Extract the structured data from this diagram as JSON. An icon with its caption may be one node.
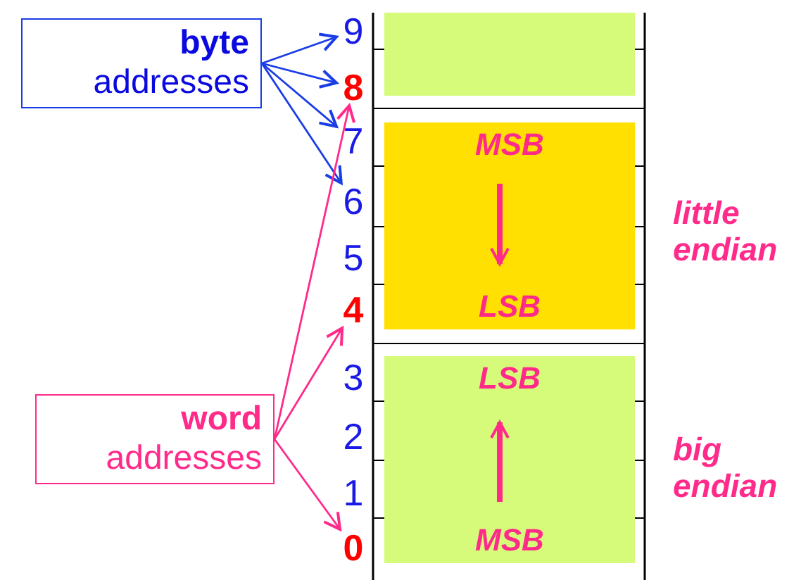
{
  "diagram": {
    "nodes": [
      {
        "text": [
          "byte",
          "addresses"
        ]
      },
      {
        "text": [
          "word",
          "addresses"
        ]
      },
      {
        "text": [
          "9"
        ]
      },
      {
        "text": [
          "8"
        ]
      },
      {
        "text": [
          "7"
        ]
      },
      {
        "text": [
          "6"
        ]
      },
      {
        "text": [
          "4"
        ]
      },
      {
        "text": [
          "0"
        ]
      },
      {
        "text": [],
        "shape": "box"
      },
      {
        "text": [],
        "shape": "box"
      },
      {
        "text": [
          "MSB"
        ]
      },
      {
        "text": [],
        "shape": "box"
      },
      {
        "text": [],
        "shape": "box"
      },
      {
        "text": [
          "LSB"
        ]
      },
      {
        "text": [
          "LSB"
        ]
      },
      {
        "text": [],
        "shape": "box"
      },
      {
        "text": [],
        "shape": "box"
      },
      {
        "text": [
          "MSB"
        ]
      }
    ],
    "edges": [
      {
        "from": 0,
        "to": 2,
        "arrow": "to",
        "color": "#1a3de6"
      },
      {
        "from": 0,
        "to": 3,
        "arrow": "to",
        "color": "#1a3de6"
      },
      {
        "from": 0,
        "to": 4,
        "arrow": "to",
        "color": "#1a3de6"
      },
      {
        "from": 0,
        "to": 5,
        "arrow": "to",
        "color": "#1a3de6"
      },
      {
        "from": 1,
        "to": 3,
        "arrow": "to"
      },
      {
        "from": 1,
        "to": 6,
        "arrow": "to"
      },
      {
        "from": 1,
        "to": 7,
        "arrow": "to"
      },
      {
        "from": 11,
        "to": 12,
        "arrow": "to",
        "style": "thick"
      },
      {
        "from": 16,
        "to": 15,
        "arrow": "to",
        "style": "thick"
      }
    ],
    "labels": [
      "5",
      "3",
      "2",
      "1",
      "little endian",
      "big endian"
    ]
  }
}
